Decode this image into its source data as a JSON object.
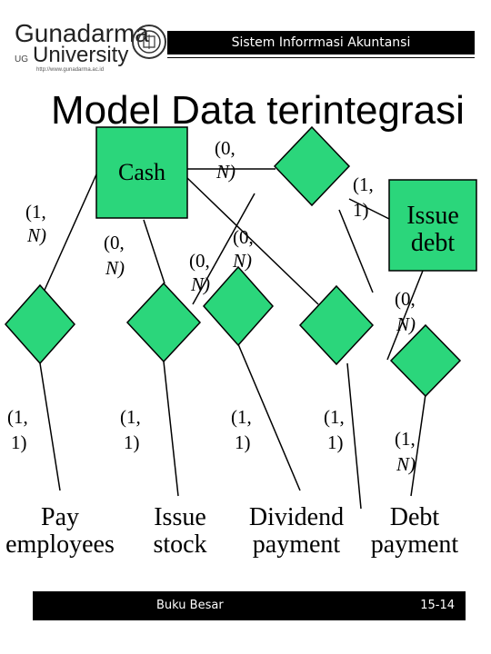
{
  "header": {
    "logo_line1": "Gunadarma",
    "logo_line2": "University",
    "logo_prefix": "UG",
    "logo_url": "http://www.gunadarma.ac.id",
    "bar_title": "Sistem Inforrmasi Akuntansi"
  },
  "title": "Model Data terintegrasi",
  "entities": {
    "cash": "Cash",
    "issue_debt_1": "Issue",
    "issue_debt_2": "debt",
    "pay_employees_1": "Pay",
    "pay_employees_2": "employees",
    "issue_stock_1": "Issue",
    "issue_stock_2": "stock",
    "dividend_1": "Dividend",
    "dividend_2": "payment",
    "debt_payment_1": "Debt",
    "debt_payment_2": "payment"
  },
  "cardinalities": {
    "cash_top_1": "(0,",
    "cash_top_2": "N)",
    "debt_top_1": "(1,",
    "debt_top_2": "1)",
    "pay_top_1": "(1,",
    "pay_top_2": "N)",
    "stock_top_1": "(0,",
    "stock_top_2": "N)",
    "div_mid_a_1": "(0,",
    "div_mid_a_2": "N)",
    "div_mid_b_1": "(0,",
    "div_mid_b_2": "N)",
    "debtpay_top_1": "(0,",
    "debtpay_top_2": "N)",
    "pay_bot_1": "(1,",
    "pay_bot_2": "1)",
    "stock_bot_1": "(1,",
    "stock_bot_2": "1)",
    "div_bot_1": "(1,",
    "div_bot_2": "1)",
    "div2_bot_1": "(1,",
    "div2_bot_2": "1)",
    "debtpay_bot_1": "(1,",
    "debtpay_bot_2": "N)"
  },
  "footer": {
    "left": "Buku Besar",
    "right": "15-14"
  },
  "colors": {
    "entity_fill": "#2bd67b",
    "line": "#000000",
    "bar": "#000000"
  }
}
